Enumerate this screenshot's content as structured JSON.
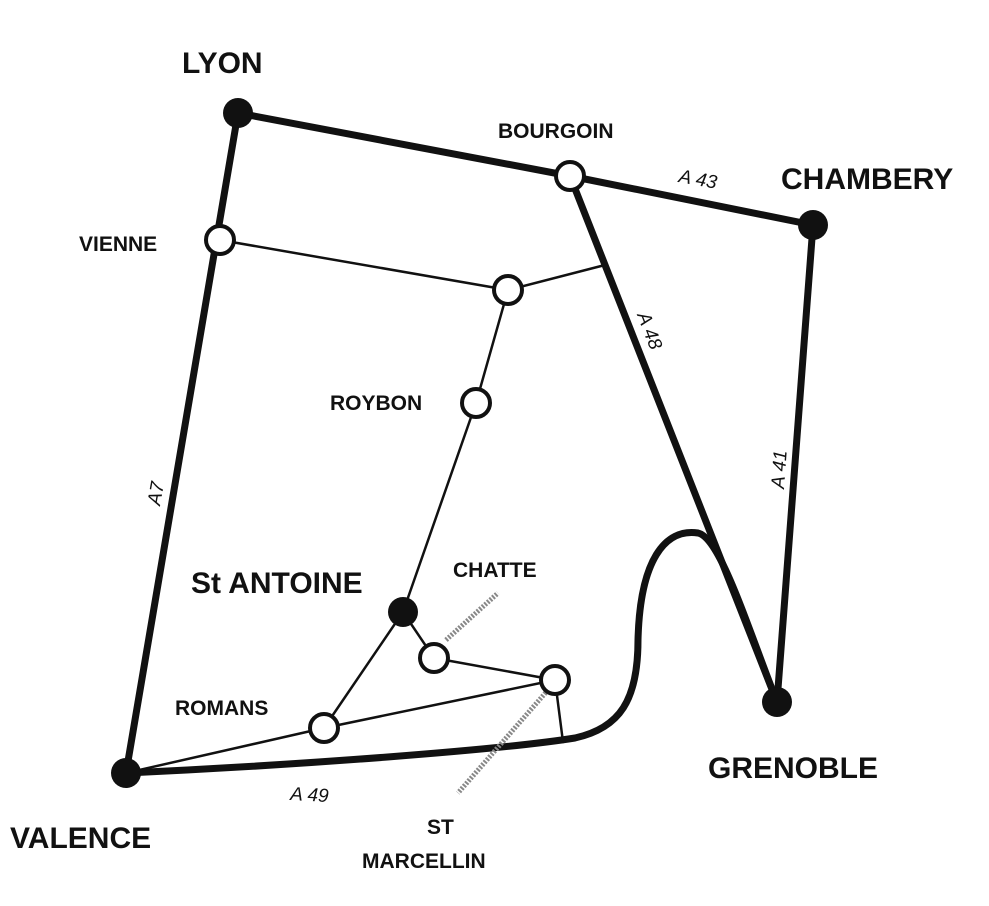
{
  "cities": {
    "lyon": "LYON",
    "chambery": "CHAMBERY",
    "bourgoin": "BOURGOIN",
    "vienne": "VIENNE",
    "roybon": "ROYBON",
    "st_antoine": "St ANTOINE",
    "chatte": "CHATTE",
    "romans": "ROMANS",
    "valence": "VALENCE",
    "st_marcellin_line1": "ST",
    "st_marcellin_line2": "MARCELLIN",
    "grenoble": "GRENOBLE"
  },
  "roads": {
    "a7": "A7",
    "a43": "A 43",
    "a48": "A 48",
    "a41": "A 41",
    "a49": "A 49"
  },
  "legend_colors": {
    "major_city": "#111111",
    "minor_town": "#ffffff",
    "motorway": "#111111"
  }
}
